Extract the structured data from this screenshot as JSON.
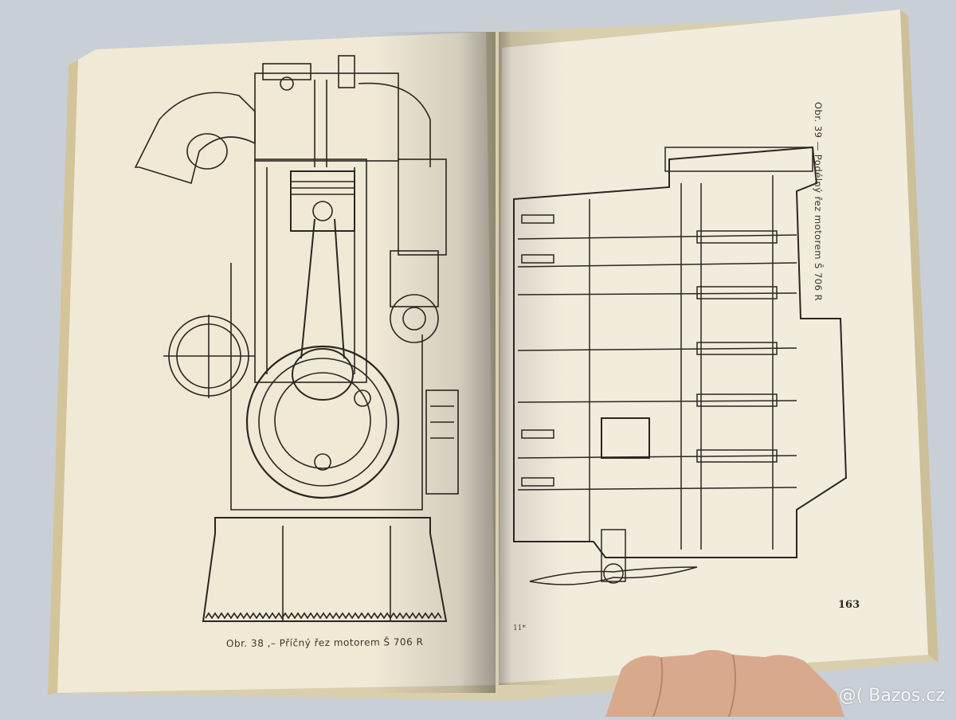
{
  "left_page": {
    "caption": "Obr. 38 ,– Příčný řez motorem Š 706 R"
  },
  "right_page": {
    "caption": "Obr. 39 — Podélný řez motorem Š 706 R",
    "page_number": "163",
    "signature_mark": "11*"
  },
  "watermark": {
    "text": "@( Bazos.cz"
  },
  "colors": {
    "background": "#c9cfd6",
    "paper": "#efe9d6",
    "ink": "#2a2622"
  }
}
